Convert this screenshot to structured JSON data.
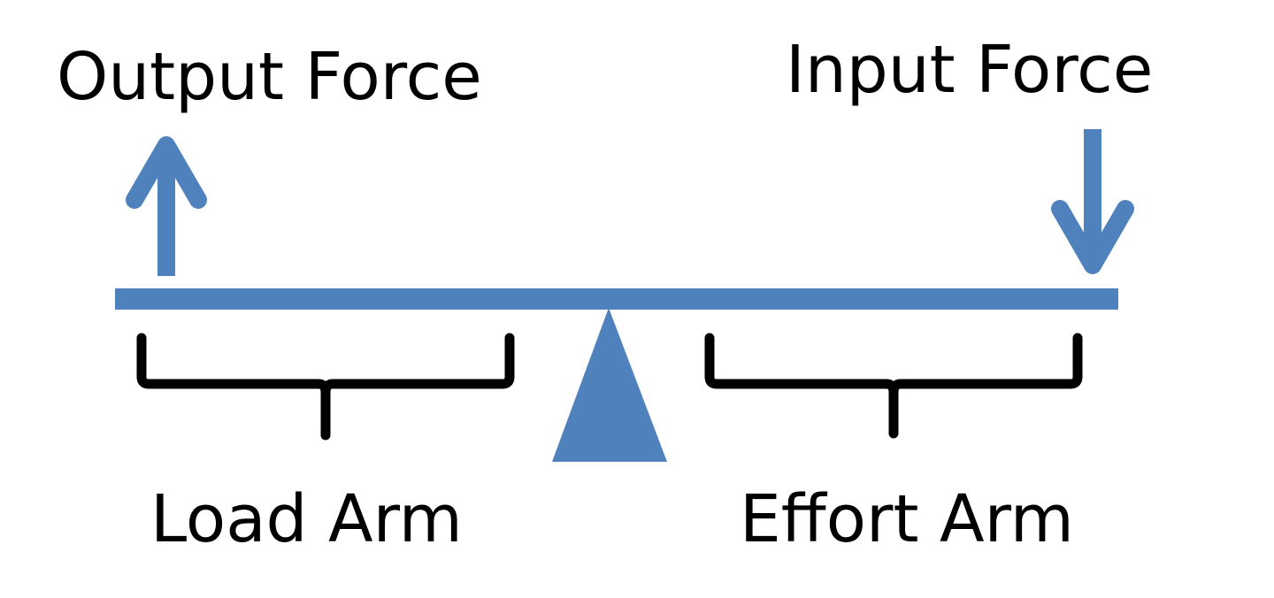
{
  "labels": {
    "output_force": "Output Force",
    "input_force": "Input Force",
    "load_arm": "Load Arm",
    "effort_arm": "Effort Arm"
  },
  "colors": {
    "accent": "#4F81BD",
    "text": "#000000",
    "background": "#FFFFFF"
  }
}
